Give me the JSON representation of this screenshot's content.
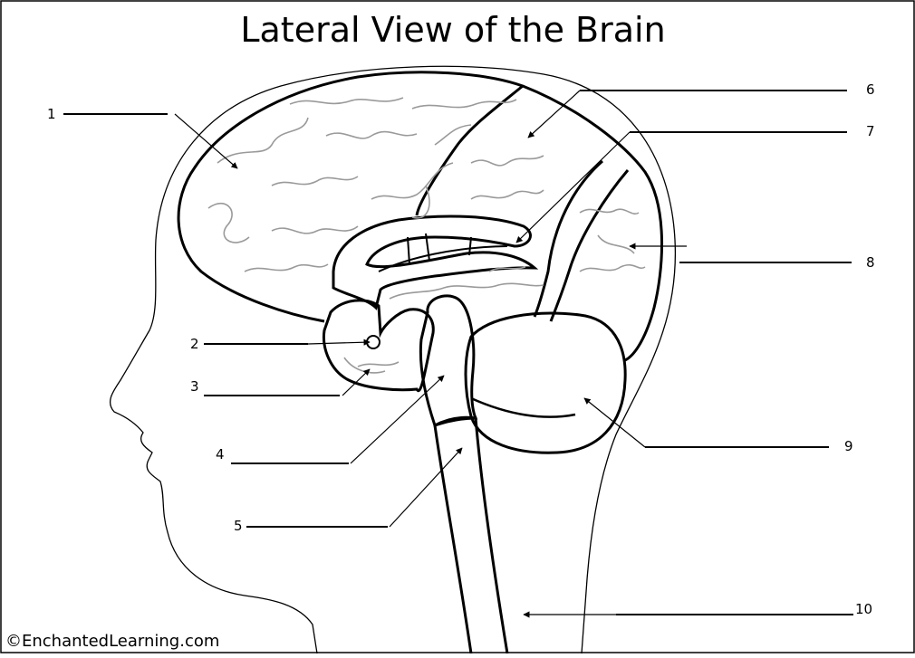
{
  "title": "Lateral View of the Brain",
  "credit": "©EnchantedLearning.com",
  "labels": [
    {
      "number": "1"
    },
    {
      "number": "2"
    },
    {
      "number": "3"
    },
    {
      "number": "4"
    },
    {
      "number": "5"
    },
    {
      "number": "6"
    },
    {
      "number": "7"
    },
    {
      "number": "8"
    },
    {
      "number": "9"
    },
    {
      "number": "10"
    }
  ]
}
